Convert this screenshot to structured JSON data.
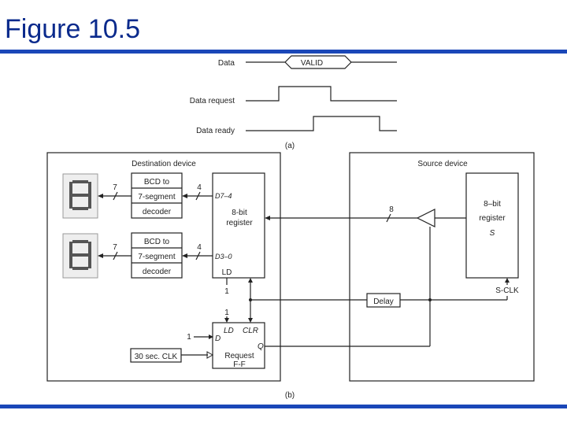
{
  "title": "Figure 10.5",
  "timing": {
    "signals": [
      "Data",
      "Data request",
      "Data ready"
    ],
    "valid": "VALID",
    "caption": "(a)"
  },
  "destination": {
    "title": "Destination device",
    "decoder_top": [
      "BCD to",
      "7-segment",
      "decoder"
    ],
    "decoder_bottom": [
      "BCD to",
      "7-segment",
      "decoder"
    ],
    "bus7_top": "7",
    "bus7_bottom": "7",
    "bus4_top": "4",
    "bus4_bottom": "4",
    "reg_d_high": "D7–4",
    "reg_label": [
      "8-bit",
      "register"
    ],
    "reg_d_low": "D3–0",
    "reg_ld": "LD",
    "one_a": "1",
    "one_b": "1",
    "one_c": "1",
    "ff_ld": "LD",
    "ff_clr": "CLR",
    "ff_d": "D",
    "ff_q": "Q",
    "ff_name": [
      "Request",
      "F-F"
    ],
    "clk": "30 sec. CLK"
  },
  "source": {
    "title": "Source device",
    "bus8": "8",
    "reg_label": [
      "8–bit",
      "register"
    ],
    "reg_s": "S",
    "sclk": "S-CLK",
    "delay": "Delay"
  },
  "caption_b": "(b)"
}
